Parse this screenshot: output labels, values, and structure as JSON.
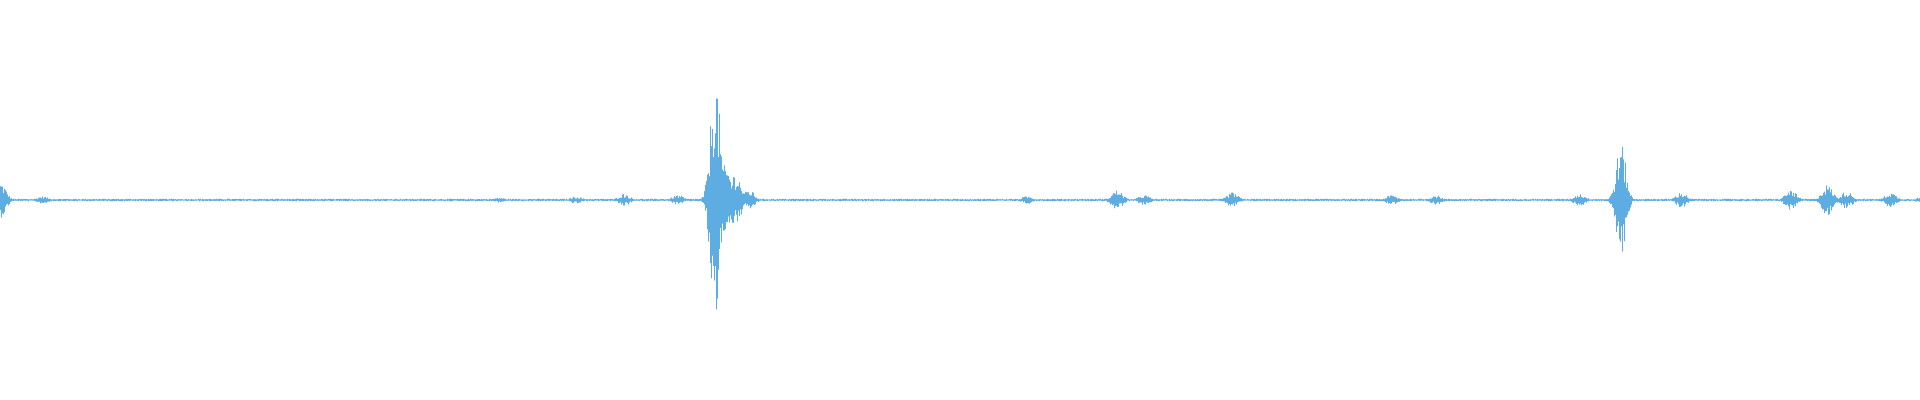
{
  "waveform": {
    "color": "#5dade2",
    "background": "#ffffff",
    "baseline_amplitude": 0.01,
    "segments": [
      {
        "t": 0.0,
        "amp": 0.14
      },
      {
        "t": 0.022,
        "amp": 0.03
      },
      {
        "t": 0.26,
        "amp": 0.02
      },
      {
        "t": 0.3,
        "amp": 0.03
      },
      {
        "t": 0.325,
        "amp": 0.05
      },
      {
        "t": 0.353,
        "amp": 0.04
      },
      {
        "t": 0.3725,
        "amp": 1.0
      },
      {
        "t": 0.378,
        "amp": 0.28
      },
      {
        "t": 0.383,
        "amp": 0.22
      },
      {
        "t": 0.39,
        "amp": 0.08
      },
      {
        "t": 0.535,
        "amp": 0.03
      },
      {
        "t": 0.582,
        "amp": 0.08
      },
      {
        "t": 0.596,
        "amp": 0.04
      },
      {
        "t": 0.642,
        "amp": 0.06
      },
      {
        "t": 0.725,
        "amp": 0.04
      },
      {
        "t": 0.748,
        "amp": 0.04
      },
      {
        "t": 0.823,
        "amp": 0.05
      },
      {
        "t": 0.8445,
        "amp": 0.45
      },
      {
        "t": 0.876,
        "amp": 0.06
      },
      {
        "t": 0.933,
        "amp": 0.08
      },
      {
        "t": 0.952,
        "amp": 0.12
      },
      {
        "t": 0.962,
        "amp": 0.07
      },
      {
        "t": 0.985,
        "amp": 0.06
      },
      {
        "t": 1.0,
        "amp": 0.02
      }
    ]
  }
}
